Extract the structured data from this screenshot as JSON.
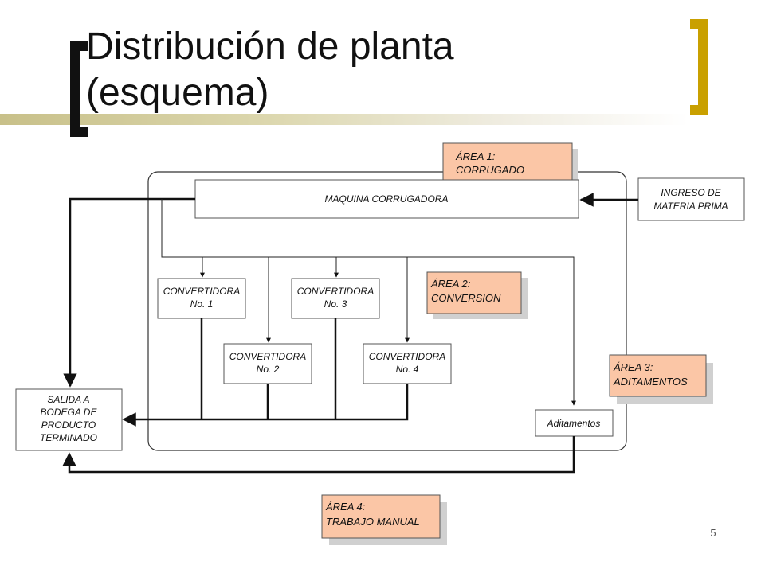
{
  "slide": {
    "title_line1": "Distribución de planta",
    "title_line2": "(esquema)",
    "page_number": "5",
    "accent_color": "#c9a000",
    "area_color": "#fbc6a6"
  },
  "diagram": {
    "nodes": {
      "corrugadora": "MAQUINA CORRUGADORA",
      "ingreso": [
        "INGRESO DE",
        "MATERIA PRIMA"
      ],
      "conv1": [
        "CONVERTIDORA",
        "No. 1"
      ],
      "conv2": [
        "CONVERTIDORA",
        "No. 2"
      ],
      "conv3": [
        "CONVERTIDORA",
        "No. 3"
      ],
      "conv4": [
        "CONVERTIDORA",
        "No. 4"
      ],
      "aditamentos": "Aditamentos",
      "salida": [
        "SALIDA A",
        "BODEGA DE",
        "PRODUCTO",
        "TERMINADO"
      ]
    },
    "areas": {
      "area1": [
        "ÁREA 1:",
        "CORRUGADO"
      ],
      "area2": [
        "ÁREA 2:",
        "CONVERSION"
      ],
      "area3": [
        "ÁREA 3:",
        "ADITAMENTOS"
      ],
      "area4": [
        "ÁREA 4:",
        "TRABAJO MANUAL"
      ]
    }
  }
}
